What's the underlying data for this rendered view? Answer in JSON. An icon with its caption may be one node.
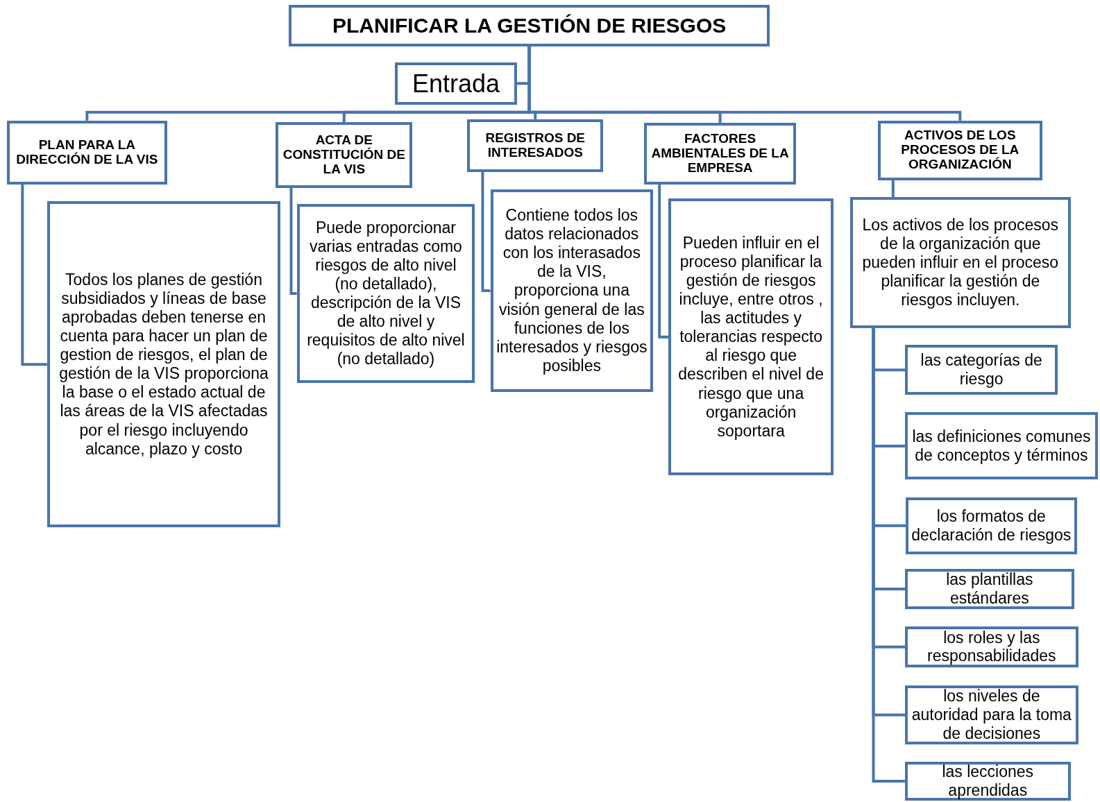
{
  "diagram": {
    "nodes": [
      {
        "text": [
          "PLANIFICAR  LA GESTIÓN DE RIESGOS"
        ]
      },
      {
        "text": [
          "Entrada"
        ]
      },
      {
        "text": [
          "PLAN PARA LA DIRECCIÓN DE LA VIS"
        ]
      },
      {
        "text": [
          "ACTA DE CONSTITUCIÓN DE LA VIS"
        ]
      },
      {
        "text": [
          "REGISTROS DE INTERESADOS"
        ]
      },
      {
        "text": [
          "FACTORES AMBIENTALES DE LA EMPRESA"
        ]
      },
      {
        "text": [
          "ACTIVOS DE LOS PROCESOS DE LA ORGANIZACIÓN"
        ]
      },
      {
        "text": [
          "Todos los planes de gestión subsidiados y líneas de base aprobadas deben tenerse en cuenta para hacer un plan de gestion de riesgos, el plan de gestión de la VIS proporciona la base o el estado actual de las áreas de la VIS afectadas por el riesgo incluyendo alcance, plazo y costo"
        ]
      },
      {
        "text": [
          "Puede proporcionar varias entradas como riesgos de alto nivel (no detallado), descripción de la VIS de alto nivel y requisitos de alto nivel (no detallado)"
        ]
      },
      {
        "text": [
          "Contiene todos los datos relacionados con los interasados de la VIS, proporciona una visión general de las funciones de los interesados y riesgos posibles"
        ]
      },
      {
        "text": [
          "Pueden influir en el proceso planificar la gestión de riesgos incluye, entre otros , las actitudes y tolerancias respecto al riesgo que describen el nivel de riesgo que una organización soportara"
        ]
      },
      {
        "text": [
          "Los activos de los procesos de la organización que pueden influir en el proceso planificar la gestión de riesgos incluyen."
        ]
      },
      {
        "text": [
          "las categorías de riesgo"
        ]
      },
      {
        "text": [
          "las definiciones comunes de conceptos y términos"
        ]
      },
      {
        "text": [
          "los formatos de declaración de riesgos"
        ]
      },
      {
        "text": [
          "las plantillas estándares"
        ]
      },
      {
        "text": [
          "los roles y las responsabilidades"
        ]
      },
      {
        "text": [
          "los niveles de autoridad para la toma de decisiones"
        ]
      },
      {
        "text": [
          "las lecciones aprendidas"
        ]
      }
    ],
    "edges": [
      {
        "from": 0,
        "to": 1,
        "arrow": "none"
      },
      {
        "from": 0,
        "to": 2,
        "arrow": "none"
      },
      {
        "from": 0,
        "to": 3,
        "arrow": "none"
      },
      {
        "from": 0,
        "to": 4,
        "arrow": "none"
      },
      {
        "from": 0,
        "to": 5,
        "arrow": "none"
      },
      {
        "from": 0,
        "to": 6,
        "arrow": "none"
      },
      {
        "from": 2,
        "to": 7,
        "arrow": "none"
      },
      {
        "from": 3,
        "to": 8,
        "arrow": "none"
      },
      {
        "from": 4,
        "to": 9,
        "arrow": "none"
      },
      {
        "from": 5,
        "to": 10,
        "arrow": "none"
      },
      {
        "from": 6,
        "to": 11,
        "arrow": "none"
      },
      {
        "from": 11,
        "to": 12,
        "arrow": "none"
      },
      {
        "from": 11,
        "to": 13,
        "arrow": "none"
      },
      {
        "from": 11,
        "to": 14,
        "arrow": "none"
      },
      {
        "from": 11,
        "to": 15,
        "arrow": "none"
      },
      {
        "from": 11,
        "to": 16,
        "arrow": "none"
      },
      {
        "from": 11,
        "to": 17,
        "arrow": "none"
      },
      {
        "from": 11,
        "to": 18,
        "arrow": "none"
      }
    ]
  }
}
